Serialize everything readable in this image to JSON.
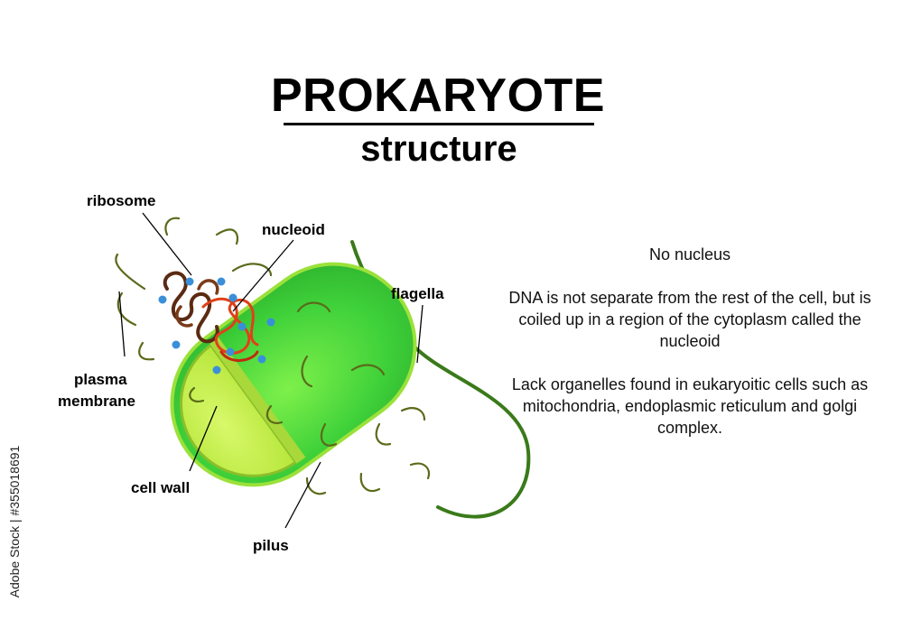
{
  "title": "PROKARYOTE",
  "subtitle": "structure",
  "labels": {
    "ribosome": "ribosome",
    "nucleoid": "nucleoid",
    "flagella": "flagella",
    "plasma_membrane_line1": "plasma",
    "plasma_membrane_line2": "membrane",
    "cell_wall": "cell wall",
    "pilus": "pilus"
  },
  "facts": [
    "No nucleus",
    "DNA is not separate from the rest of the cell, but is coiled up in a region of the cytoplasm called the nucleoid",
    "Lack organelles found in eukaryoitic cells such as mitochondria, endoplasmic reticulum and golgi complex."
  ],
  "side_credit": "Adobe Stock | #355018691",
  "colors": {
    "cell_body": "#3fd13a",
    "cell_wall_outline": "#9be13a",
    "cytoplasm": "#c8f04a",
    "ribosome": "#3a8fd9",
    "dna_dark": "#5b2a12",
    "dna_red": "#e0401a",
    "hair": "#5a6b1a"
  }
}
